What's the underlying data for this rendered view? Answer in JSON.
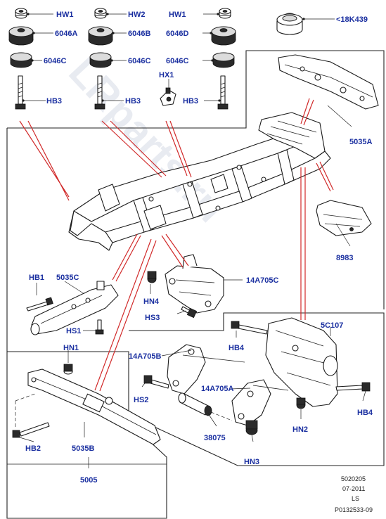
{
  "watermark": "LRparts.ru",
  "labels": {
    "hw1_a": "HW1",
    "hw2": "HW2",
    "hw1_b": "HW1",
    "k18439": "<18K439",
    "p6046a": "6046A",
    "p6046b": "6046B",
    "p6046d": "6046D",
    "p6046c_a": "6046C",
    "p6046c_b": "6046C",
    "p6046c_c": "6046C",
    "hx1": "HX1",
    "hb3_a": "HB3",
    "hb3_b": "HB3",
    "hb3_c": "HB3",
    "p5035a": "5035A",
    "p8983": "8983",
    "hb1": "HB1",
    "p5035c": "5035C",
    "hs1": "HS1",
    "p14a705c": "14A705C",
    "hn4_a": "HN4",
    "hs3": "HS3",
    "hn1": "HN1",
    "p5c107": "5C107",
    "hb4_a": "HB4",
    "p14a705b": "14A705B",
    "p14a705a": "14A705A",
    "hs2": "HS2",
    "hb4_b": "HB4",
    "hn2": "HN2",
    "p38075": "38075",
    "hn3": "HN3",
    "hb2": "HB2",
    "p5035b": "5035B",
    "p5005": "5005"
  },
  "footer": {
    "code": "5020205",
    "date": "07-2011",
    "ls": "LS",
    "ref": "P0132533-09"
  }
}
